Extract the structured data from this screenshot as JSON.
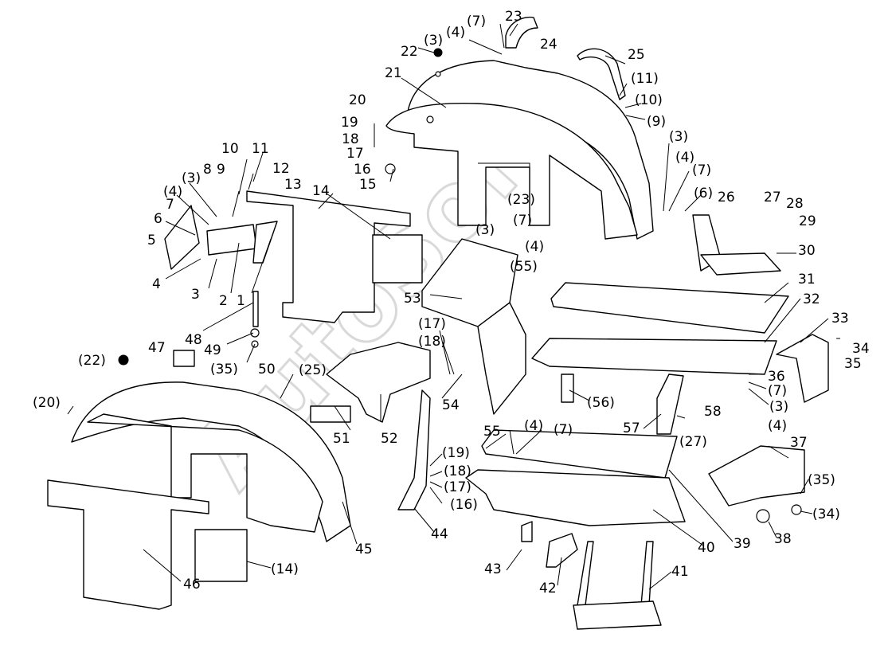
{
  "watermark": "AutoSoft",
  "callouts": [
    {
      "id": "c1",
      "text": "1"
    },
    {
      "id": "c2",
      "text": "2"
    },
    {
      "id": "c3",
      "text": "3"
    },
    {
      "id": "c4",
      "text": "4"
    },
    {
      "id": "c5",
      "text": "5"
    },
    {
      "id": "c6",
      "text": "6"
    },
    {
      "id": "c7",
      "text": "7"
    },
    {
      "id": "c3b",
      "text": "(3)"
    },
    {
      "id": "c4b",
      "text": "(4)"
    },
    {
      "id": "c8",
      "text": "8"
    },
    {
      "id": "c9",
      "text": "9"
    },
    {
      "id": "c10",
      "text": "10"
    },
    {
      "id": "c11",
      "text": "11"
    },
    {
      "id": "c12",
      "text": "12"
    },
    {
      "id": "c13",
      "text": "13"
    },
    {
      "id": "c14",
      "text": "14"
    },
    {
      "id": "c15",
      "text": "15"
    },
    {
      "id": "c16",
      "text": "16"
    },
    {
      "id": "c17",
      "text": "17"
    },
    {
      "id": "c18",
      "text": "18"
    },
    {
      "id": "c19",
      "text": "19"
    },
    {
      "id": "c20",
      "text": "20"
    },
    {
      "id": "c21",
      "text": "21"
    },
    {
      "id": "c22",
      "text": "22"
    },
    {
      "id": "c3c",
      "text": "(3)"
    },
    {
      "id": "c4c",
      "text": "(4)"
    },
    {
      "id": "c7c",
      "text": "(7)"
    },
    {
      "id": "c23",
      "text": "23"
    },
    {
      "id": "c24",
      "text": "24"
    },
    {
      "id": "c25",
      "text": "25"
    },
    {
      "id": "c11b",
      "text": "(11)"
    },
    {
      "id": "c10b",
      "text": "(10)"
    },
    {
      "id": "c9b",
      "text": "(9)"
    },
    {
      "id": "c3d",
      "text": "(3)"
    },
    {
      "id": "c4d",
      "text": "(4)"
    },
    {
      "id": "c7d",
      "text": "(7)"
    },
    {
      "id": "c6b",
      "text": "(6)"
    },
    {
      "id": "c26",
      "text": "26"
    },
    {
      "id": "c27",
      "text": "27"
    },
    {
      "id": "c28",
      "text": "28"
    },
    {
      "id": "c29",
      "text": "29"
    },
    {
      "id": "c30",
      "text": "30"
    },
    {
      "id": "c31",
      "text": "31"
    },
    {
      "id": "c32",
      "text": "32"
    },
    {
      "id": "c33",
      "text": "33"
    },
    {
      "id": "c34",
      "text": "34"
    },
    {
      "id": "c35",
      "text": "35"
    },
    {
      "id": "c36",
      "text": "36"
    },
    {
      "id": "c7e",
      "text": "(7)"
    },
    {
      "id": "c3e",
      "text": "(3)"
    },
    {
      "id": "c4e",
      "text": "(4)"
    },
    {
      "id": "c23b",
      "text": "(23)"
    },
    {
      "id": "c7f",
      "text": "(7)"
    },
    {
      "id": "c3f",
      "text": "(3)"
    },
    {
      "id": "c4f",
      "text": "(4)"
    },
    {
      "id": "c55b",
      "text": "(55)"
    },
    {
      "id": "c53",
      "text": "53"
    },
    {
      "id": "c48",
      "text": "48"
    },
    {
      "id": "c49",
      "text": "49"
    },
    {
      "id": "c35b",
      "text": "(35)"
    },
    {
      "id": "c50",
      "text": "50"
    },
    {
      "id": "c47",
      "text": "47"
    },
    {
      "id": "c22b",
      "text": "(22)"
    },
    {
      "id": "c20b",
      "text": "(20)"
    },
    {
      "id": "c25b",
      "text": "(25)"
    },
    {
      "id": "c17b",
      "text": "(17)"
    },
    {
      "id": "c18b",
      "text": "(18)"
    },
    {
      "id": "c51",
      "text": "51"
    },
    {
      "id": "c52",
      "text": "52"
    },
    {
      "id": "c54",
      "text": "54"
    },
    {
      "id": "c56",
      "text": "(56)"
    },
    {
      "id": "c57",
      "text": "57"
    },
    {
      "id": "c58",
      "text": "58"
    },
    {
      "id": "c27b",
      "text": "(27)"
    },
    {
      "id": "c55",
      "text": "55"
    },
    {
      "id": "c4g",
      "text": "(4)"
    },
    {
      "id": "c7g",
      "text": "(7)"
    },
    {
      "id": "c19b",
      "text": "(19)"
    },
    {
      "id": "c18c",
      "text": "(18)"
    },
    {
      "id": "c17c",
      "text": "(17)"
    },
    {
      "id": "c16b",
      "text": "(16)"
    },
    {
      "id": "c37",
      "text": "37"
    },
    {
      "id": "c35c",
      "text": "(35)"
    },
    {
      "id": "c34b",
      "text": "(34)"
    },
    {
      "id": "c38",
      "text": "38"
    },
    {
      "id": "c39",
      "text": "39"
    },
    {
      "id": "c40",
      "text": "40"
    },
    {
      "id": "c41",
      "text": "41"
    },
    {
      "id": "c42",
      "text": "42"
    },
    {
      "id": "c43",
      "text": "43"
    },
    {
      "id": "c44",
      "text": "44"
    },
    {
      "id": "c45",
      "text": "45"
    },
    {
      "id": "c46",
      "text": "46"
    },
    {
      "id": "c14b",
      "text": "(14)"
    }
  ]
}
